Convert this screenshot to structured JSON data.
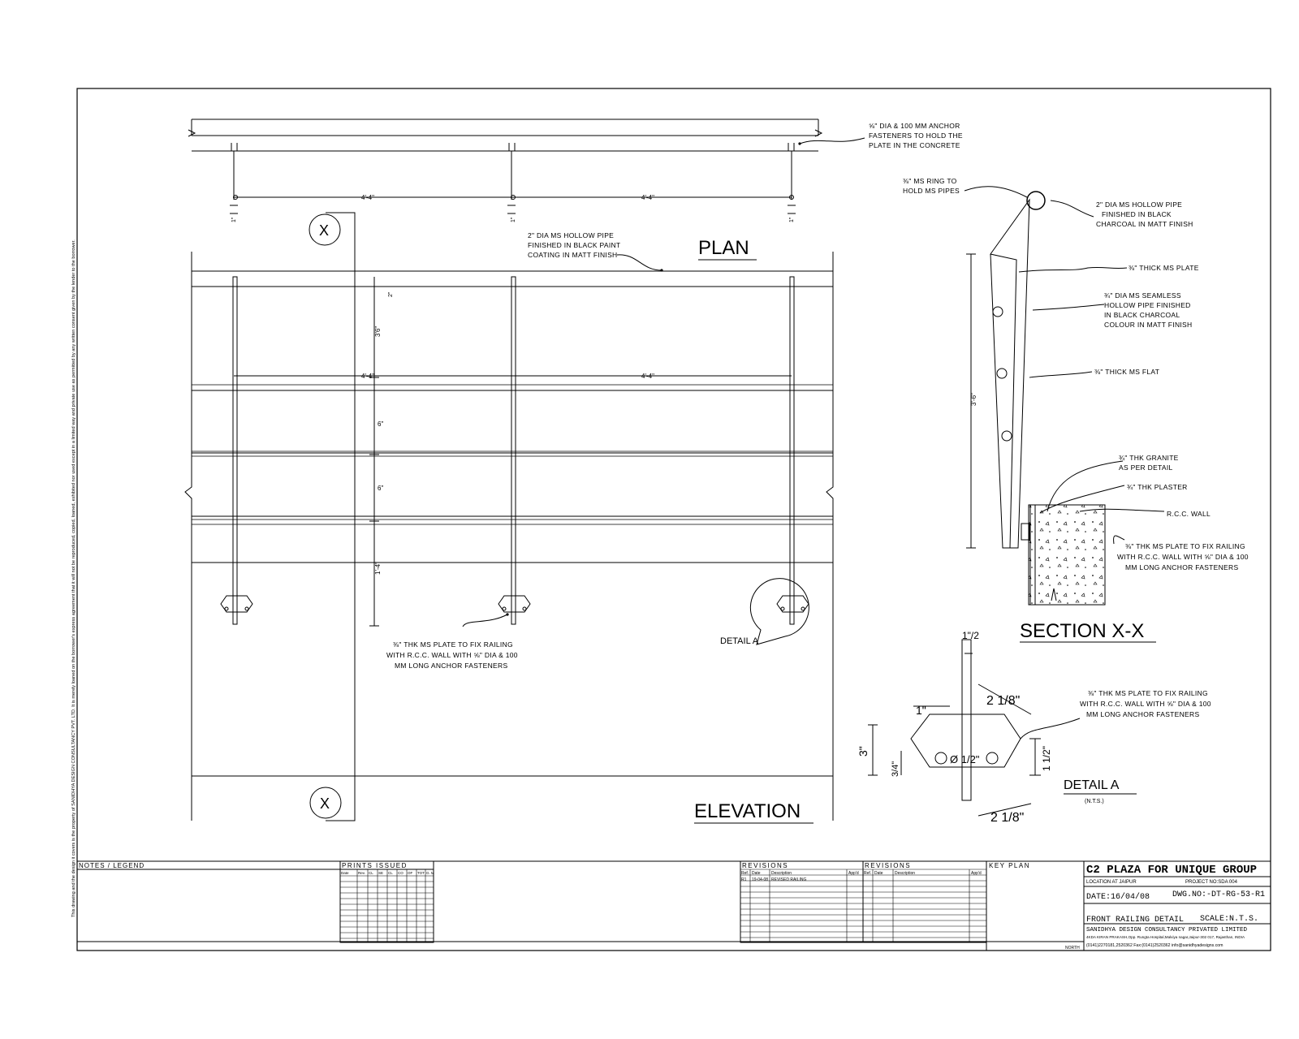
{
  "sheet": {
    "copyright_note": "This drawing and the design it covers is the property of SANIDHYA DESIGN CONSULTANCY PVT. LTD. It is merely loaned on the borrower's express agreement that it will not be reproduced, copied, loaned, exhibited nor used except in a limited way and private use as permitted by any written consent given by the lender to the borrower."
  },
  "plan": {
    "title": "PLAN",
    "dim_spacing": "4'-4\"",
    "post_label": "1\"",
    "notes": {
      "anchor": [
        "⅝\" DIA & 100 MM ANCHOR",
        "FASTENERS TO HOLD THE",
        "PLATE IN THE CONCRETE"
      ],
      "pipe": [
        "2\" DIA MS HOLLOW PIPE",
        "FINISHED IN BLACK PAINT",
        "COATING IN MATT FINISH"
      ]
    }
  },
  "elevation": {
    "title": "ELEVATION",
    "section_marker": "X",
    "dim_spacing": "4'-4\"",
    "dim_top": "3'6\"",
    "dim_gap": "6\"",
    "dim_bottom": "1'-4\"",
    "dim_pipe": "2\"",
    "detail_callout": "DETAIL A",
    "plate_note": [
      "⅜\" THK MS PLATE TO FIX RAILING",
      "WITH R.C.C. WALL WITH ⅝\" DIA & 100",
      "MM LONG ANCHOR FASTENERS"
    ]
  },
  "section": {
    "title": "SECTION X-X",
    "dim_height": "3'-6\"",
    "notes": {
      "ring": [
        "⅜\" MS RING TO",
        "HOLD MS PIPES"
      ],
      "hollow_pipe": [
        "2\" DIA MS HOLLOW PIPE",
        "FINISHED IN BLACK",
        "CHARCOAL IN MATT FINISH"
      ],
      "plate": "⅜\" THICK MS PLATE",
      "seamless": [
        "¾\" DIA MS SEAMLESS",
        "HOLLOW PIPE FINISHED",
        "IN BLACK CHARCOAL",
        "COLOUR IN MATT FINISH"
      ],
      "flat": "⅜\" THICK MS FLAT",
      "granite": [
        "¾\" THK GRANITE",
        "AS PER DETAIL"
      ],
      "plaster": "¾\" THK PLASTER",
      "rcc": "R.C.C. WALL",
      "anchor_plate": [
        "⅜\" THK MS PLATE TO FIX RAILING",
        "WITH R.C.C. WALL WITH ⅝\" DIA & 100",
        "MM LONG ANCHOR FASTENERS"
      ]
    }
  },
  "detail_a": {
    "title": "DETAIL A",
    "scale": "(N.T.S.)",
    "dims": {
      "top": "1\"/2",
      "left_top": "1\"",
      "width_top": "2 1/8\"",
      "height": "3\"",
      "inner": "3/4\"",
      "hole": "Ø 1/2\"",
      "right": "1 1/2\"",
      "width_bottom": "2 1/8\""
    },
    "note": [
      "⅜\" THK MS PLATE TO FIX RAILING",
      "WITH R.C.C. WALL WITH ⅝\" DIA & 100",
      "MM LONG ANCHOR FASTENERS"
    ]
  },
  "title_block": {
    "notes_header": "NOTES / LEGEND",
    "prints_header": "PRINTS ISSUED",
    "prints_cols": [
      "Date",
      "Rev.",
      "CL",
      "SE",
      "CL",
      "CO",
      "OF",
      "TOT",
      "G. M"
    ],
    "revisions_header": "REVISIONS",
    "revisions_header_2": "REVISIONS",
    "rev_cols": [
      "Ref.",
      "Date",
      "Description",
      "App'd"
    ],
    "rev_cols_2": [
      "Ref.",
      "Date",
      "Description",
      "App'd"
    ],
    "rev_row": {
      "ref": "R1",
      "date": "19-04-08",
      "desc": "REVISED RAILING"
    },
    "key_plan": "KEY PLAN",
    "north": "NORTH",
    "project_title": "C2 PLAZA FOR UNIQUE GROUP",
    "location": "LOCATION AT JAIPUR",
    "project_no": "PROJECT NO:SDA 004",
    "date": "DATE:16/04/08",
    "dwg_no": "DWG.NO:-DT-RG-53-R1",
    "drawing_title": "FRONT RAILING DETAIL",
    "scale": "SCALE:N.T.S.",
    "company": "SANIDHYA DESIGN CONSULTANCY PRIVATED LIMITED",
    "address": "4KDA KIRAN PRAKASH,Opp. Rungta Hospital,Malviya nagar,Jaipur-302 017, Rajasthan, INDIA",
    "contact": "(0141)2270181,2520362  Fax:(0141)2520362  info@sanidhyadesigns.com"
  }
}
